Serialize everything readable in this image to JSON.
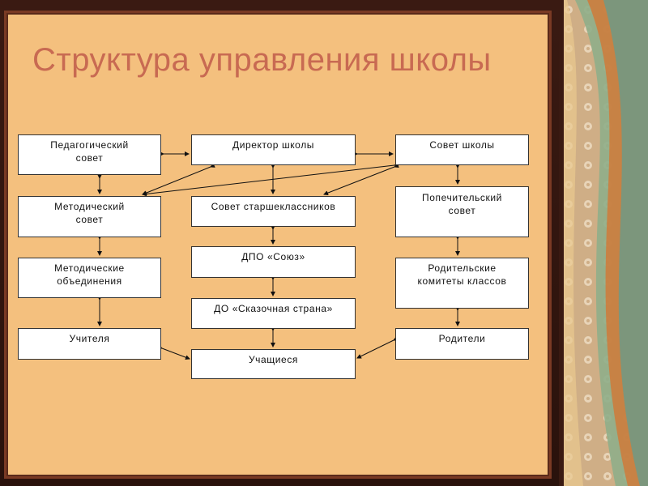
{
  "title": "Структура управления школы",
  "nodes": {
    "ped_sovet": "Педагогический\nсовет",
    "director": "Директор школы",
    "sovet_shkoly": "Совет школы",
    "metod_sovet": "Методический\nсовет",
    "sovet_starsh": "Совет старшеклассников",
    "popech_sovet": "Попечительский\nсовет",
    "dpo": "ДПО «Союз»",
    "metod_obed": "Методические\nобъединения",
    "rod_komitety": "Родительские\nкомитеты классов",
    "do_skaz": "ДО «Сказочная страна»",
    "uchitelya": "Учителя",
    "roditeli": "Родители",
    "uchashiesya": "Учащиеся"
  },
  "colors": {
    "slide_bg": "#f4c07e",
    "title": "#c86a52",
    "frame": "#2a120c"
  }
}
